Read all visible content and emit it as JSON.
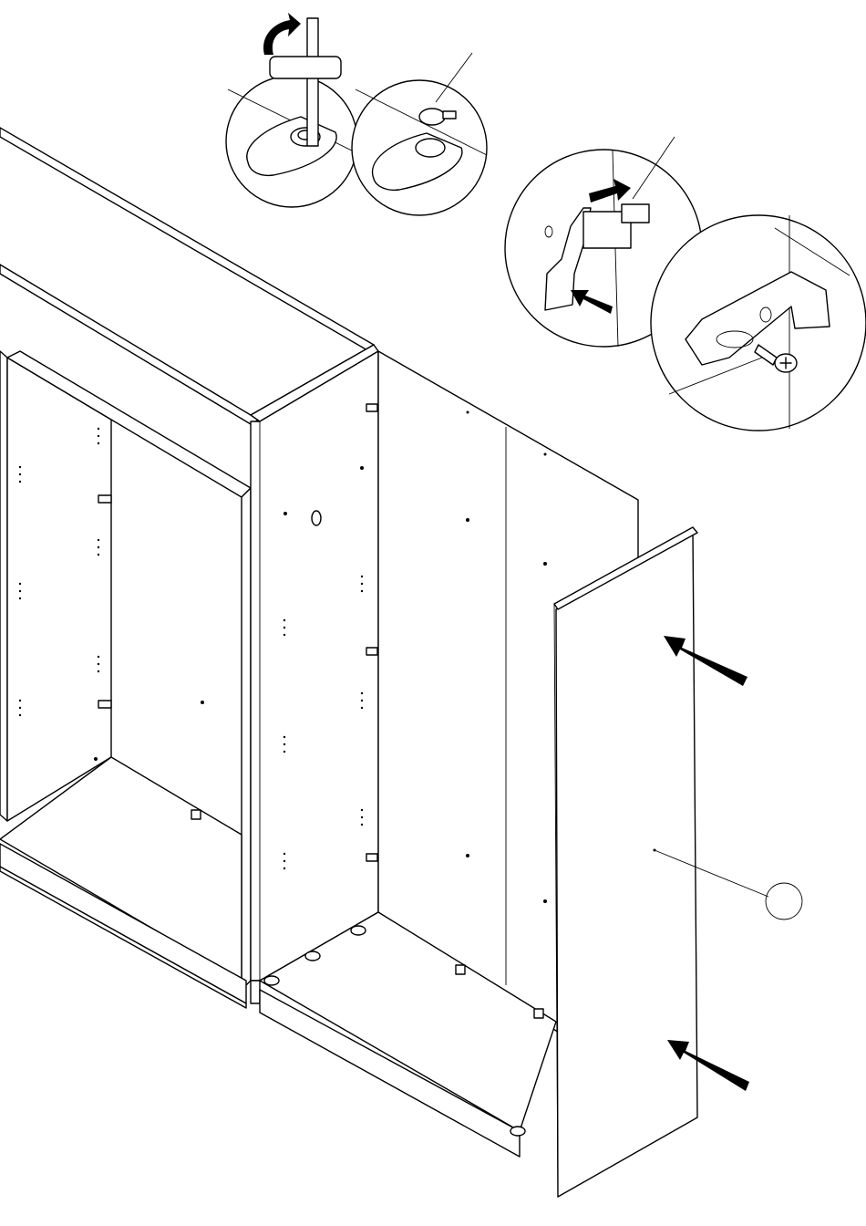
{
  "diagram": {
    "kind": "wardrobe-assembly-instruction-step",
    "part_label_callout": "",
    "detail_views": [
      {
        "id": "detail-leveling-foot-adjust",
        "icon": "rotate-arrow-icon"
      },
      {
        "id": "detail-leveling-foot-cap",
        "icon": "cap-insert-icon"
      },
      {
        "id": "detail-hinge-clip-insert",
        "icon": "push-arrow-icon"
      },
      {
        "id": "detail-hinge-screw",
        "icon": "screw-icon"
      }
    ],
    "push_arrows": 2,
    "colors": {
      "line": "#000000",
      "background": "#ffffff"
    }
  }
}
